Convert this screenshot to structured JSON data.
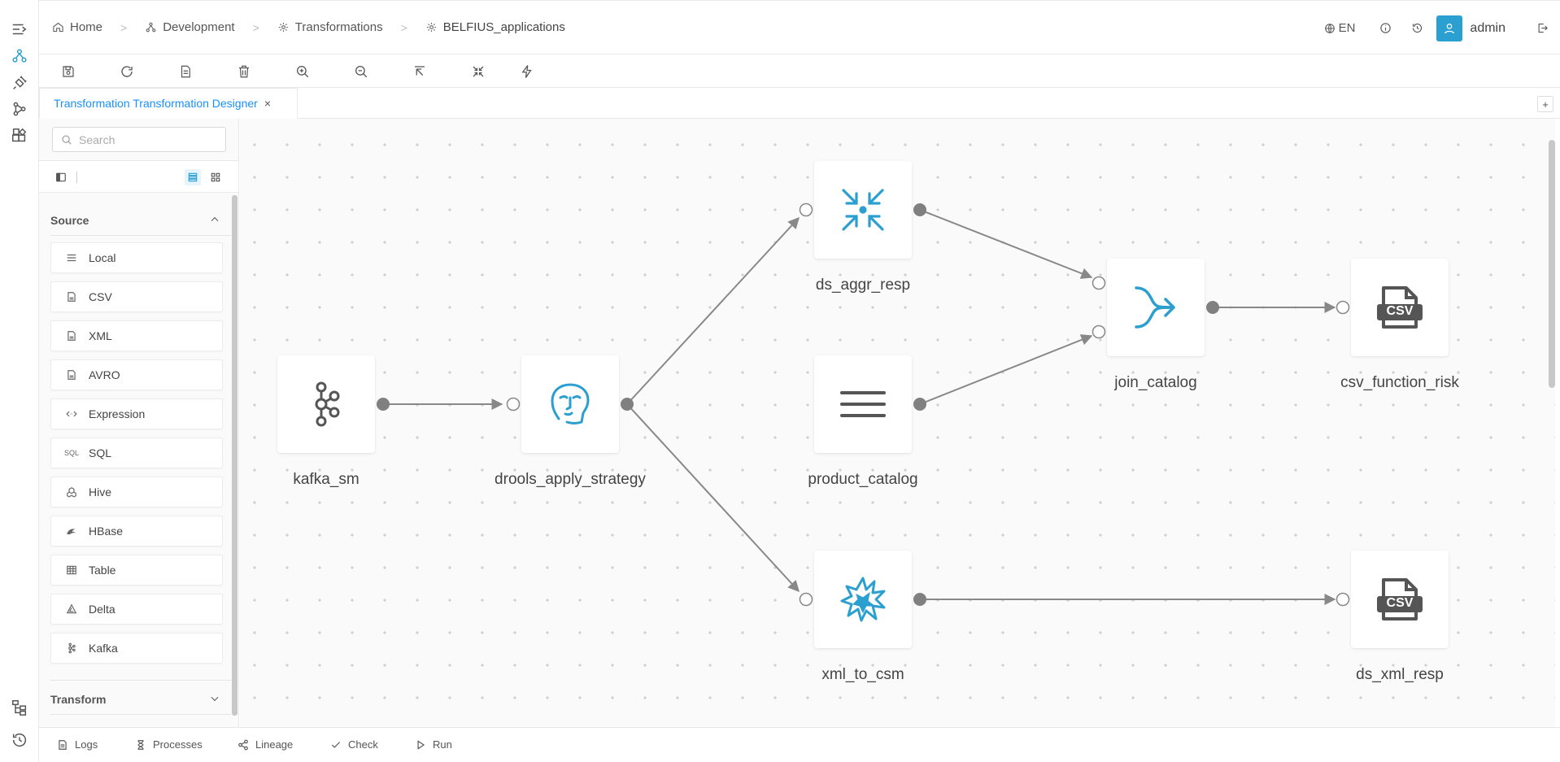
{
  "breadcrumbs": [
    {
      "label": "Home",
      "icon": "home-icon"
    },
    {
      "label": "Development",
      "icon": "sitemap-icon"
    },
    {
      "label": "Transformations",
      "icon": "gear-icon"
    },
    {
      "label": "BELFIUS_applications",
      "icon": "gear-icon"
    }
  ],
  "header": {
    "language": "EN",
    "user": "admin"
  },
  "tab": {
    "title": "Transformation Transformation Designer",
    "close": "×",
    "add": "+"
  },
  "panel": {
    "search_placeholder": "Search",
    "source_title": "Source",
    "transform_title": "Transform",
    "source_items": [
      {
        "label": "Local",
        "icon": "list-icon"
      },
      {
        "label": "CSV",
        "icon": "file-icon"
      },
      {
        "label": "XML",
        "icon": "file-icon"
      },
      {
        "label": "AVRO",
        "icon": "file-icon"
      },
      {
        "label": "Expression",
        "icon": "code-icon"
      },
      {
        "label": "SQL",
        "icon": "sql-icon"
      },
      {
        "label": "Hive",
        "icon": "hive-icon"
      },
      {
        "label": "HBase",
        "icon": "hbase-icon"
      },
      {
        "label": "Table",
        "icon": "table-icon"
      },
      {
        "label": "Delta",
        "icon": "delta-icon"
      },
      {
        "label": "Kafka",
        "icon": "kafka-icon"
      }
    ],
    "sql_glyph": "SQL"
  },
  "nodes": {
    "kafka_sm": "kafka_sm",
    "drools": "drools_apply_strategy",
    "ds_aggr": "ds_aggr_resp",
    "product_catalog": "product_catalog",
    "xml_to_csm": "xml_to_csm",
    "join_catalog": "join_catalog",
    "csv_function_risk": "csv_function_risk",
    "ds_xml_resp": "ds_xml_resp",
    "csv_badge": "CSV"
  },
  "bottom": [
    "Logs",
    "Processes",
    "Lineage",
    "Check",
    "Run"
  ],
  "colors": {
    "accent": "#2b9fcf",
    "link": "#1890ff",
    "edge": "#888888",
    "port": "#808080"
  }
}
